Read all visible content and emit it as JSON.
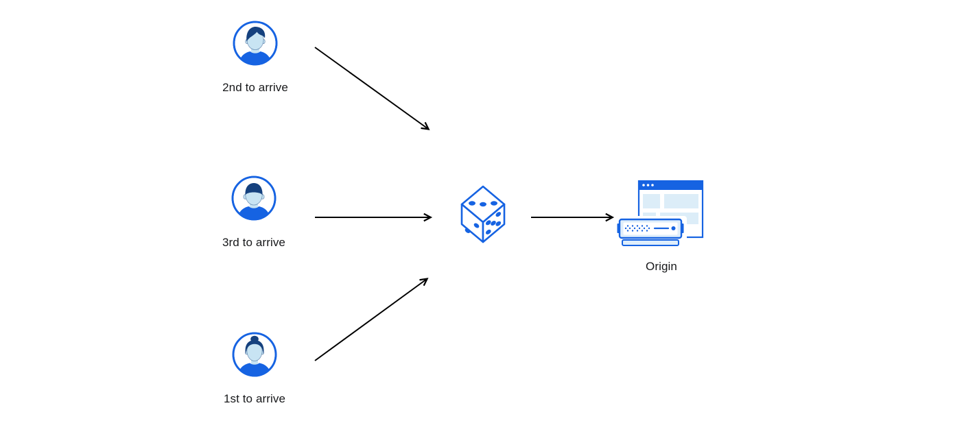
{
  "theme": {
    "primary_blue": "#1663e2",
    "navy_hair": "#15417e",
    "light_face": "#c8e4f3",
    "panel_blue": "#dcedf8",
    "server_fill": "#dfeefb",
    "arrow_color": "#000000",
    "text_color": "#17181a",
    "background": "#ffffff"
  },
  "diagram": {
    "users": [
      {
        "label": "2nd to arrive",
        "icon": "male-user-avatar-icon"
      },
      {
        "label": "3rd to arrive",
        "icon": "male-user-avatar-icon"
      },
      {
        "label": "1st to arrive",
        "icon": "female-user-avatar-icon"
      }
    ],
    "randomizer": {
      "icon": "dice-icon"
    },
    "origin": {
      "label": "Origin",
      "icon": "origin-server-browser-icon"
    }
  }
}
